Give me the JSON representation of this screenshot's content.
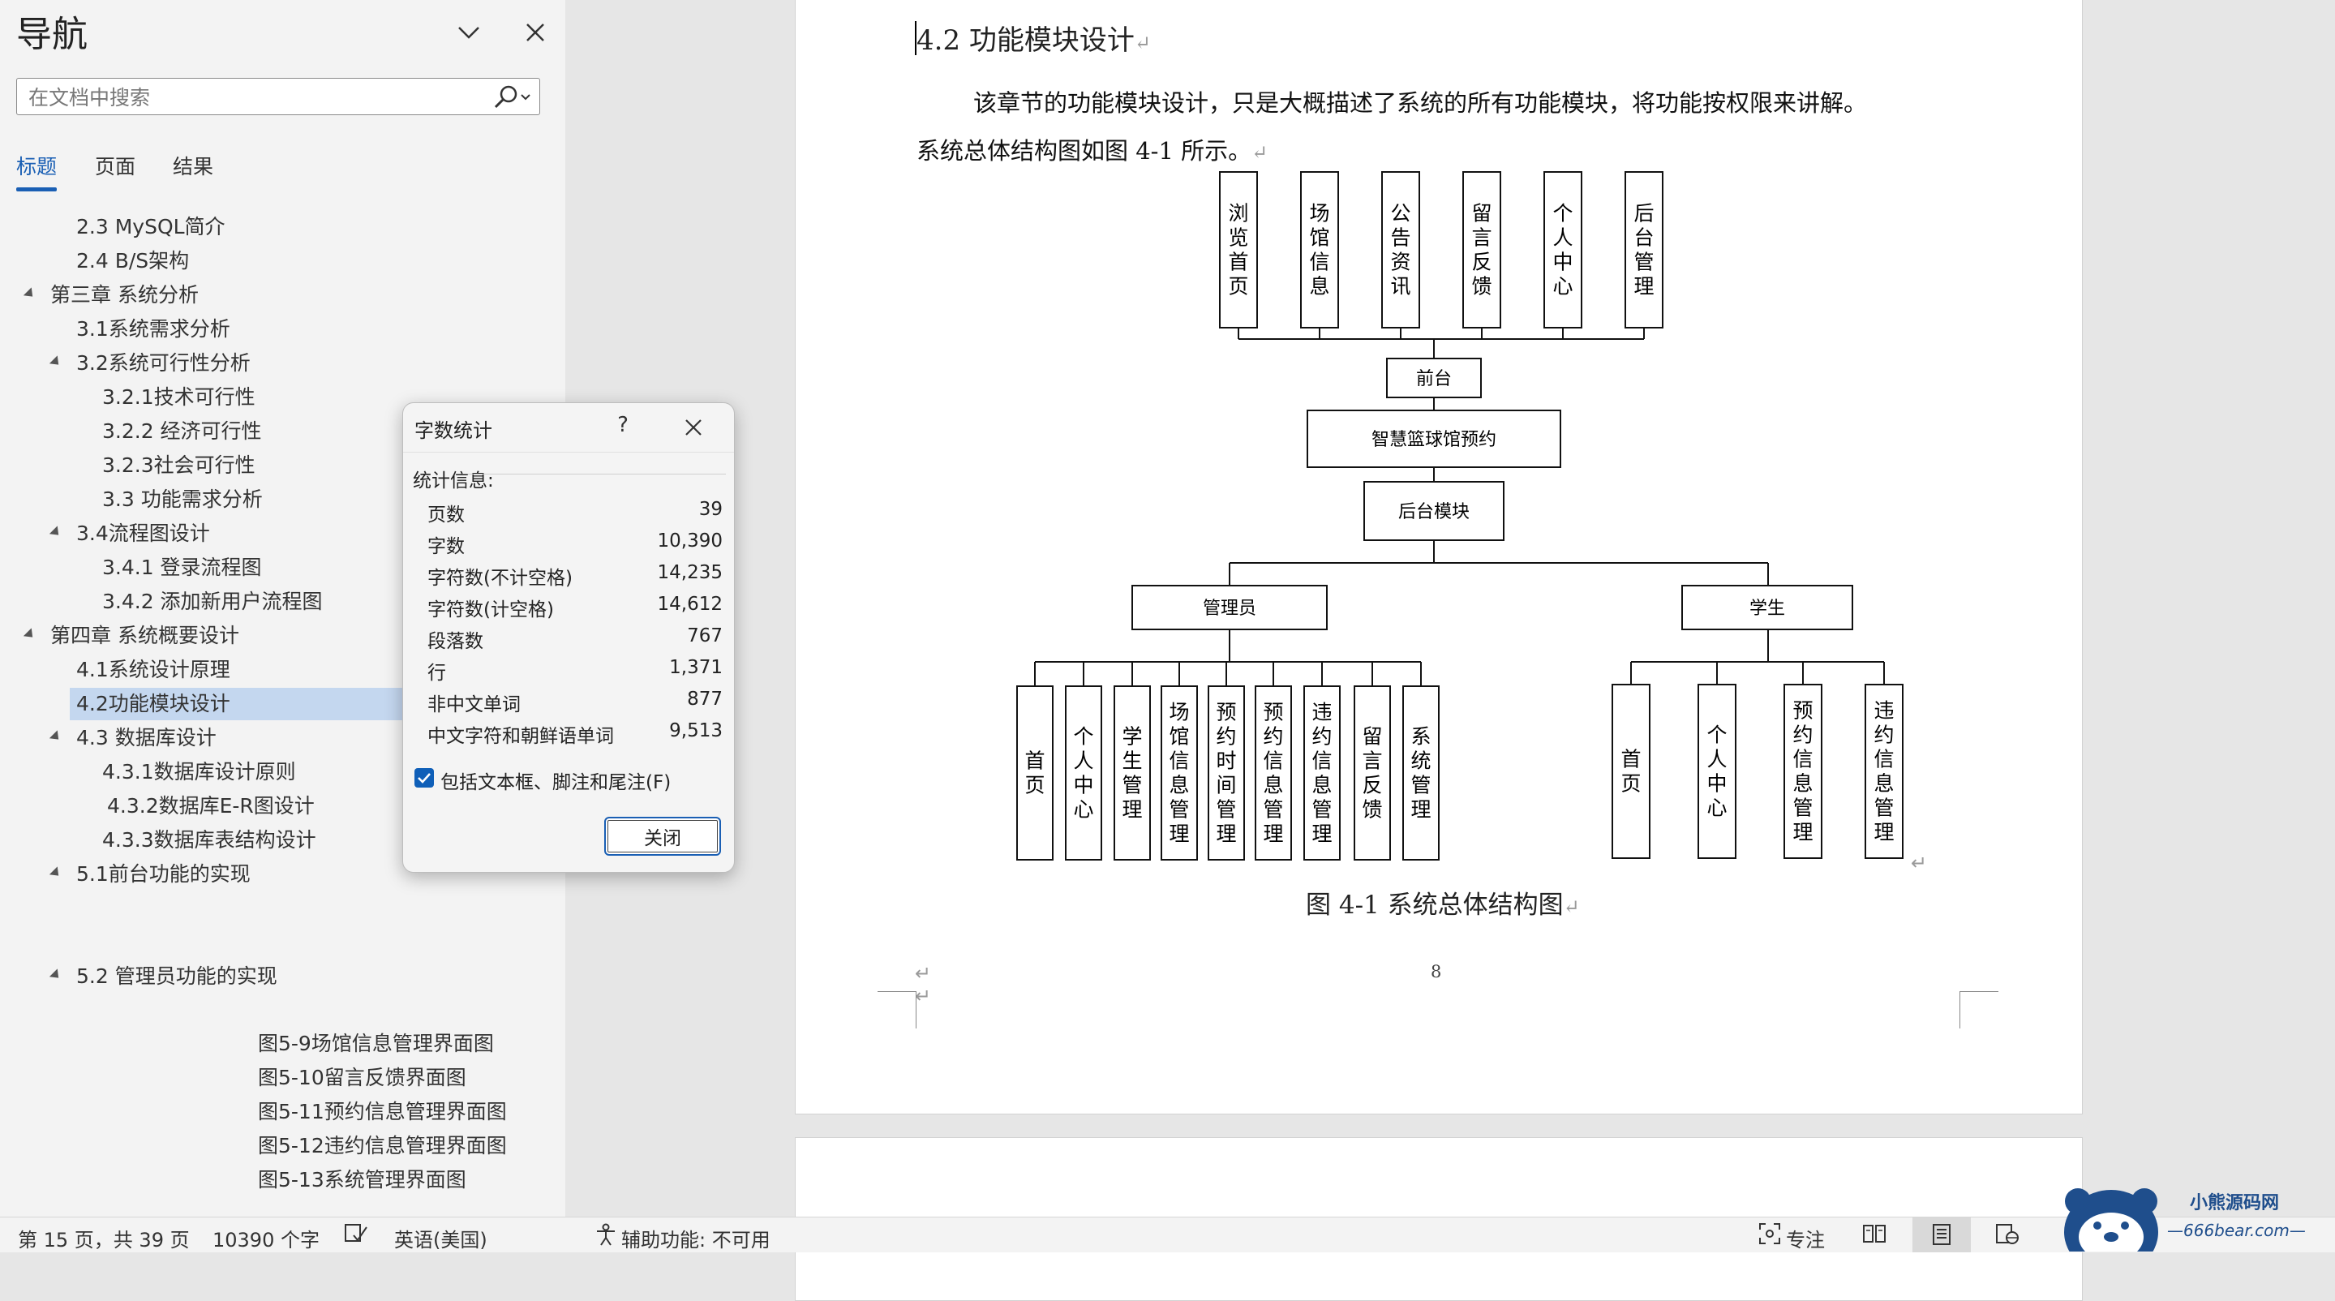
{
  "nav": {
    "title": "导航",
    "search_placeholder": "在文档中搜索",
    "tabs": [
      "标题",
      "页面",
      "结果"
    ],
    "headings": [
      {
        "label": "2.3 MySQL简介",
        "level": 2,
        "expandable": false
      },
      {
        "label": "2.4 B/S架构",
        "level": 2,
        "expandable": false
      },
      {
        "label": "第三章 系统分析",
        "level": 1,
        "expandable": true
      },
      {
        "label": "3.1系统需求分析",
        "level": 2,
        "expandable": false
      },
      {
        "label": "3.2系统可行性分析",
        "level": 2,
        "expandable": true
      },
      {
        "label": "3.2.1技术可行性",
        "level": 3,
        "expandable": false
      },
      {
        "label": "3.2.2 经济可行性",
        "level": 3,
        "expandable": false
      },
      {
        "label": "3.2.3社会可行性",
        "level": 3,
        "expandable": false
      },
      {
        "label": "3.3 功能需求分析",
        "level": 3,
        "expandable": false
      },
      {
        "label": "3.4流程图设计",
        "level": 2,
        "expandable": true
      },
      {
        "label": "3.4.1 登录流程图",
        "level": 3,
        "expandable": false
      },
      {
        "label": "3.4.2 添加新用户流程图",
        "level": 3,
        "expandable": false
      },
      {
        "label": "第四章 系统概要设计",
        "level": 1,
        "expandable": true
      },
      {
        "label": "4.1系统设计原理",
        "level": 2,
        "expandable": false
      },
      {
        "label": "4.2功能模块设计",
        "level": 2,
        "expandable": false,
        "selected": true
      },
      {
        "label": "4.3 数据库设计",
        "level": 2,
        "expandable": true
      },
      {
        "label": "4.3.1数据库设计原则",
        "level": 3,
        "expandable": false
      },
      {
        "label": "4.3.2数据库E-R图设计",
        "level": 3,
        "expandable": false
      },
      {
        "label": "4.3.3数据库表结构设计",
        "level": 3,
        "expandable": false
      },
      {
        "label": "5.1前台功能的实现",
        "level": 2,
        "expandable": true
      }
    ],
    "headings_lower": [
      {
        "label": "5.2 管理员功能的实现",
        "expandable": true
      },
      {
        "label": "图5-9场馆信息管理界面图"
      },
      {
        "label": "图5-10留言反馈界面图"
      },
      {
        "label": "图5-11预约信息管理界面图"
      },
      {
        "label": "图5-12违约信息管理界面图"
      },
      {
        "label": "图5-13系统管理界面图"
      }
    ]
  },
  "doc": {
    "heading": "4.2 功能模块设计",
    "para1": "该章节的功能模块设计，只是大概描述了系统的所有功能模块，将功能按权限来讲解。",
    "para2": "系统总体结构图如图 4-1 所示。",
    "caption": "图 4-1  系统总体结构图",
    "page_number": "8",
    "diagram": {
      "front_modules": [
        "浏览首页",
        "场馆信息",
        "公告资讯",
        "留言反馈",
        "个人中心",
        "后台管理"
      ],
      "front": "前台",
      "root": "智慧篮球馆预约",
      "back": "后台模块",
      "admin": "管理员",
      "student": "学生",
      "admin_modules": [
        "首页",
        "个人中心",
        "学生管理",
        "场馆信息管理",
        "预约时间管理",
        "预约信息管理",
        "违约信息管理",
        "留言反馈",
        "系统管理"
      ],
      "student_modules": [
        "首页",
        "个人中心",
        "预约信息管理",
        "违约信息管理"
      ]
    }
  },
  "dialog": {
    "title": "字数统计",
    "help": "?",
    "section": "统计信息:",
    "stats": [
      {
        "label": "页数",
        "value": "39"
      },
      {
        "label": "字数",
        "value": "10,390"
      },
      {
        "label": "字符数(不计空格)",
        "value": "14,235"
      },
      {
        "label": "字符数(计空格)",
        "value": "14,612"
      },
      {
        "label": "段落数",
        "value": "767"
      },
      {
        "label": "行",
        "value": "1,371"
      },
      {
        "label": "非中文单词",
        "value": "877"
      },
      {
        "label": "中文字符和朝鲜语单词",
        "value": "9,513"
      }
    ],
    "checkbox_label": "包括文本框、脚注和尾注(F)",
    "checkbox_checked": true,
    "close_label": "关闭"
  },
  "status": {
    "page": "第 15 页，共 39 页",
    "words": "10390 个字",
    "language": "英语(美国)",
    "accessibility": "辅助功能: 不可用",
    "focus": "专注"
  },
  "watermark": {
    "name": "小熊源码网",
    "url": "—666bear.com—"
  },
  "colors": {
    "accent": "#1a5fb4",
    "selection": "#c4d7ef",
    "nav_bg": "#f3f3f3"
  }
}
